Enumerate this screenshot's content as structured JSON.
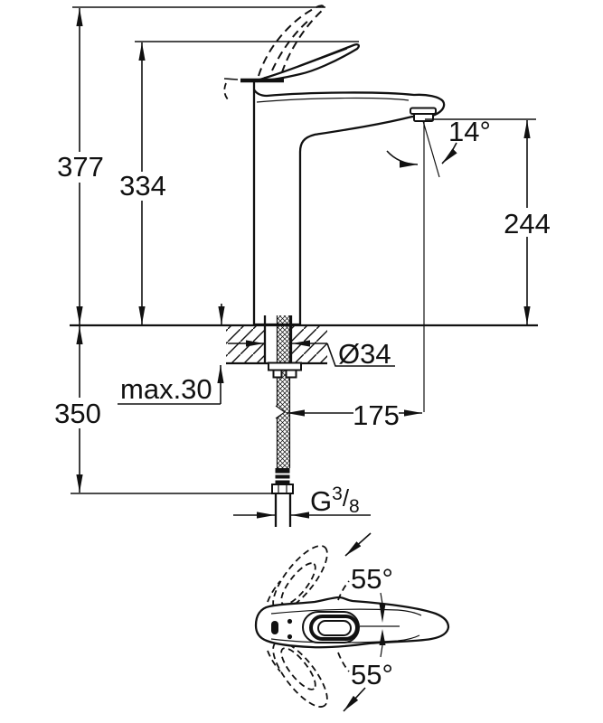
{
  "colors": {
    "ink": "#111111",
    "paper": "#ffffff"
  },
  "side_view": {
    "dim_total_height": "377",
    "dim_spout_tip_height": "334",
    "dim_outlet_height": "244",
    "spout_angle": "14°",
    "hole_diameter": "Ø34",
    "max_deck_thickness": "max.30",
    "dim_below_deck": "350",
    "dim_projection": "175",
    "thread_size": {
      "prefix": "G",
      "numerator": "3",
      "slash": "/",
      "denominator": "8"
    }
  },
  "top_view": {
    "handle_swing_upper": "55°",
    "handle_swing_lower": "55°"
  }
}
